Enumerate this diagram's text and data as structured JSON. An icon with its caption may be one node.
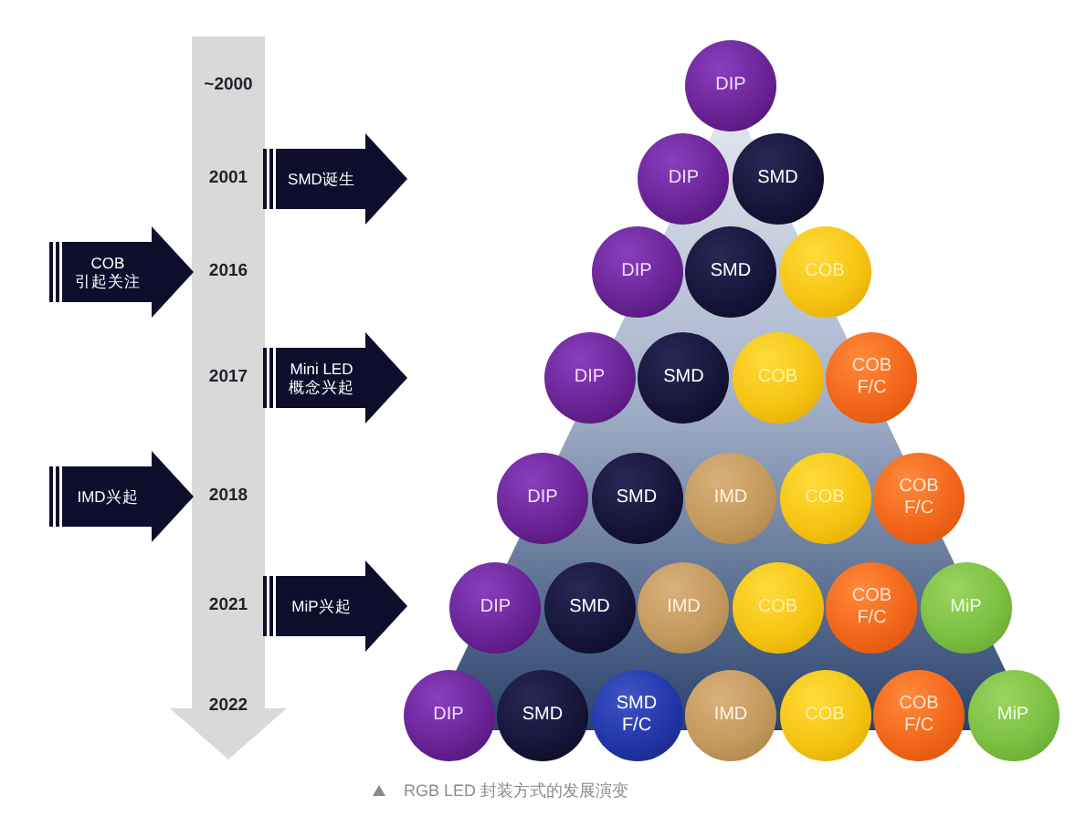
{
  "diagram": {
    "caption": "RGB LED 封装方式的发展演变",
    "nodes": [
      {
        "text": [
          "~2000",
          "2001",
          "2016",
          "2017",
          "2018",
          "2021",
          "2022"
        ]
      },
      {
        "text": [
          "DIP"
        ]
      },
      {
        "text": [
          "SMD诞生"
        ]
      },
      {
        "text": [
          "DIP"
        ]
      },
      {
        "text": [
          "SMD"
        ]
      },
      {
        "text": [
          "COB 引起关注"
        ]
      },
      {
        "text": [
          "DIP"
        ]
      },
      {
        "text": [
          "SMD"
        ]
      },
      {
        "text": [
          "COB"
        ]
      },
      {
        "text": [
          "Mini LED 概念兴起"
        ]
      },
      {
        "text": [
          "DIP"
        ]
      },
      {
        "text": [
          "SMD"
        ]
      },
      {
        "text": [
          "COB"
        ]
      },
      {
        "text": [
          "COB F/C"
        ]
      },
      {
        "text": [
          "IMD兴起"
        ]
      },
      {
        "text": [
          "DIP"
        ]
      },
      {
        "text": [
          "SMD"
        ]
      },
      {
        "text": [
          "IMD"
        ]
      },
      {
        "text": [
          "COB"
        ]
      },
      {
        "text": [
          "COB F/C"
        ]
      },
      {
        "text": [
          "MiP兴起"
        ]
      },
      {
        "text": [
          "DIP"
        ]
      },
      {
        "text": [
          "SMD"
        ]
      },
      {
        "text": [
          "IMD"
        ]
      },
      {
        "text": [
          "COB"
        ]
      },
      {
        "text": [
          "COB F/C"
        ]
      },
      {
        "text": [
          "MiP"
        ]
      },
      {
        "text": [
          "DIP"
        ]
      },
      {
        "text": [
          "SMD"
        ]
      },
      {
        "text": [
          "SMD F/C"
        ]
      },
      {
        "text": [
          "IMD"
        ]
      },
      {
        "text": [
          "COB"
        ]
      },
      {
        "text": [
          "COB F/C"
        ]
      },
      {
        "text": [
          "MiP"
        ]
      }
    ]
  }
}
